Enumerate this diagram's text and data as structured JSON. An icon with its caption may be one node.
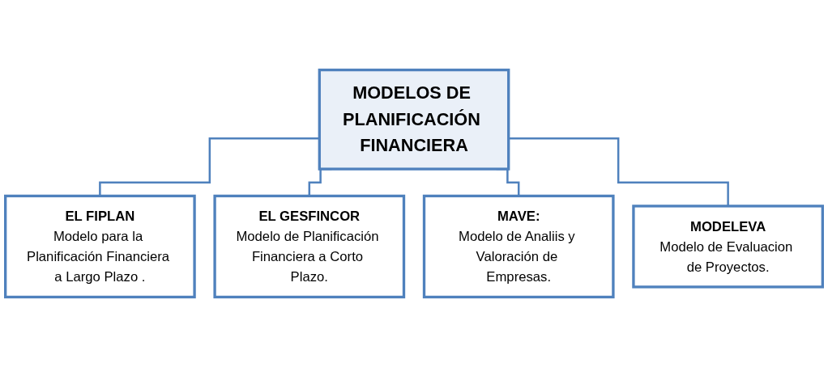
{
  "diagram": {
    "nodes": [
      {
        "text": [
          "MODELOS DE PLANIFICACIÓN FINANCIERA"
        ]
      },
      {
        "text": [
          "EL FIPLAN",
          "Modelo para la Planificación Financiera a Largo Plazo ."
        ]
      },
      {
        "text": [
          "EL GESFINCOR",
          "Modelo de Planificación Financiera a Corto Plazo."
        ]
      },
      {
        "text": [
          "MAVE:",
          "Modelo de Analiis y Valoración de Empresas."
        ]
      },
      {
        "text": [
          "MODELEVA",
          "Modelo de Evaluacion de Proyectos."
        ]
      }
    ],
    "edges": [
      {
        "from": 0,
        "to": 1,
        "arrow": "none"
      },
      {
        "from": 0,
        "to": 2,
        "arrow": "none"
      },
      {
        "from": 0,
        "to": 3,
        "arrow": "none"
      },
      {
        "from": 0,
        "to": 4,
        "arrow": "none"
      }
    ]
  }
}
